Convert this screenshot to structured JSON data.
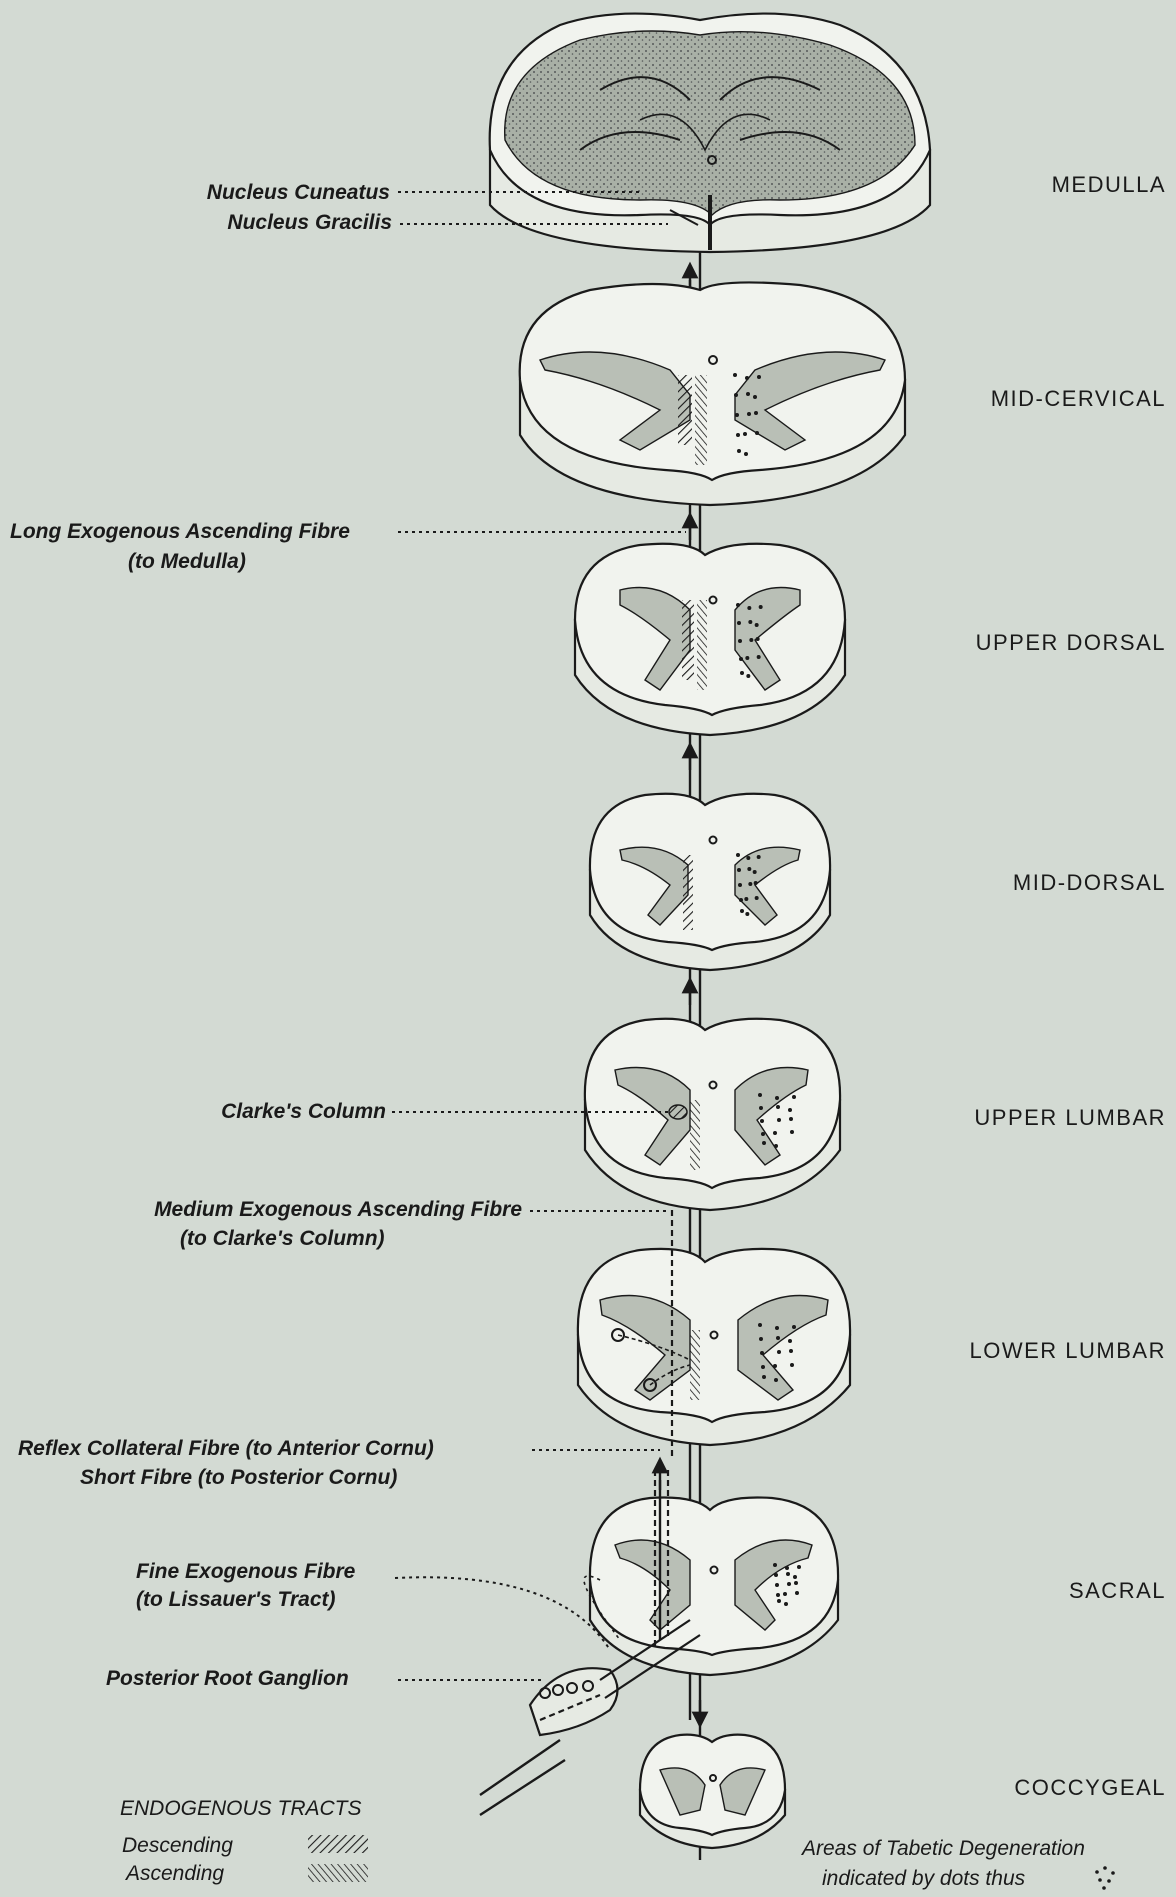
{
  "levels": [
    {
      "id": "medulla",
      "name": "MEDULLA"
    },
    {
      "id": "mid-cervical",
      "name": "MID-CERVICAL"
    },
    {
      "id": "upper-dorsal",
      "name": "UPPER DORSAL"
    },
    {
      "id": "mid-dorsal",
      "name": "MID-DORSAL"
    },
    {
      "id": "upper-lumbar",
      "name": "UPPER LUMBAR"
    },
    {
      "id": "lower-lumbar",
      "name": "LOWER LUMBAR"
    },
    {
      "id": "sacral",
      "name": "SACRAL"
    },
    {
      "id": "coccygeal",
      "name": "COCCYGEAL"
    }
  ],
  "labels": {
    "nucleus_cuneatus": "Nucleus Cuneatus",
    "nucleus_gracilis": "Nucleus Gracilis",
    "long_fibre_1": "Long Exogenous Ascending Fibre",
    "long_fibre_2": "(to Medulla)",
    "clarkes_column": "Clarke's Column",
    "medium_fibre_1": "Medium Exogenous Ascending Fibre",
    "medium_fibre_2": "(to Clarke's Column)",
    "reflex_fibre": "Reflex Collateral Fibre (to Anterior Cornu)",
    "short_fibre": "Short Fibre (to Posterior Cornu)",
    "fine_fibre_1": "Fine Exogenous Fibre",
    "fine_fibre_2": "(to Lissauer's Tract)",
    "ganglion": "Posterior Root Ganglion"
  },
  "legend": {
    "title": "ENDOGENOUS TRACTS",
    "descending": "Descending",
    "ascending": "Ascending",
    "note_1": "Areas of Tabetic Degeneration",
    "note_2": "indicated by dots thus"
  },
  "colors": {
    "paper": "#d3dad3",
    "ink": "#1a1a1a",
    "section": "#f1f3ee",
    "gray_matter": "#b9bfb6"
  }
}
